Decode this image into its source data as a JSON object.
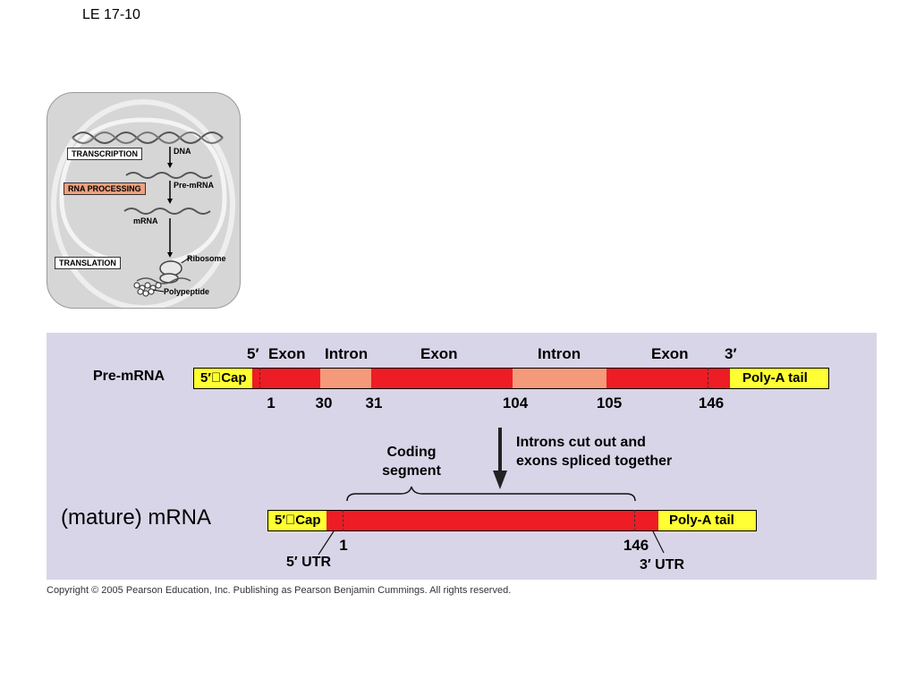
{
  "slide_title": "LE 17-10",
  "copyright": "Copyright © 2005 Pearson Education, Inc. Publishing as Pearson Benjamin Cummings. All rights reserved.",
  "overview": {
    "steps": {
      "transcription": "TRANSCRIPTION",
      "rna_processing": "RNA PROCESSING",
      "translation": "TRANSLATION"
    },
    "molecules": {
      "dna": "DNA",
      "pre_mrna": "Pre-mRNA",
      "mrna": "mRNA",
      "ribosome": "Ribosome",
      "polypeptide": "Polypeptide"
    }
  },
  "pre_mrna": {
    "label": "Pre-mRNA",
    "five_prime": "5′",
    "three_prime": "3′",
    "cap": "5′\u0000Cap",
    "tail": "Poly-A tail",
    "regions": [
      "Exon",
      "Intron",
      "Exon",
      "Intron",
      "Exon"
    ],
    "positions": [
      "1",
      "30",
      "31",
      "104",
      "105",
      "146"
    ]
  },
  "process_note": {
    "line1": "Introns cut out and",
    "line2": "exons spliced together"
  },
  "coding_segment": {
    "line1": "Coding",
    "line2": "segment"
  },
  "mature_mrna": {
    "label": "(mature) mRNA",
    "cap": "5′\u0000Cap",
    "tail": "Poly-A tail",
    "start": "1",
    "end": "146",
    "utr5": "5′ UTR",
    "utr3": "3′ UTR"
  },
  "colors": {
    "cap_tail": "#ffff33",
    "exon": "#ee1c25",
    "intron": "#f4997a",
    "panel": "#d9d5e8",
    "rna_processing_box": "#f0a080"
  }
}
